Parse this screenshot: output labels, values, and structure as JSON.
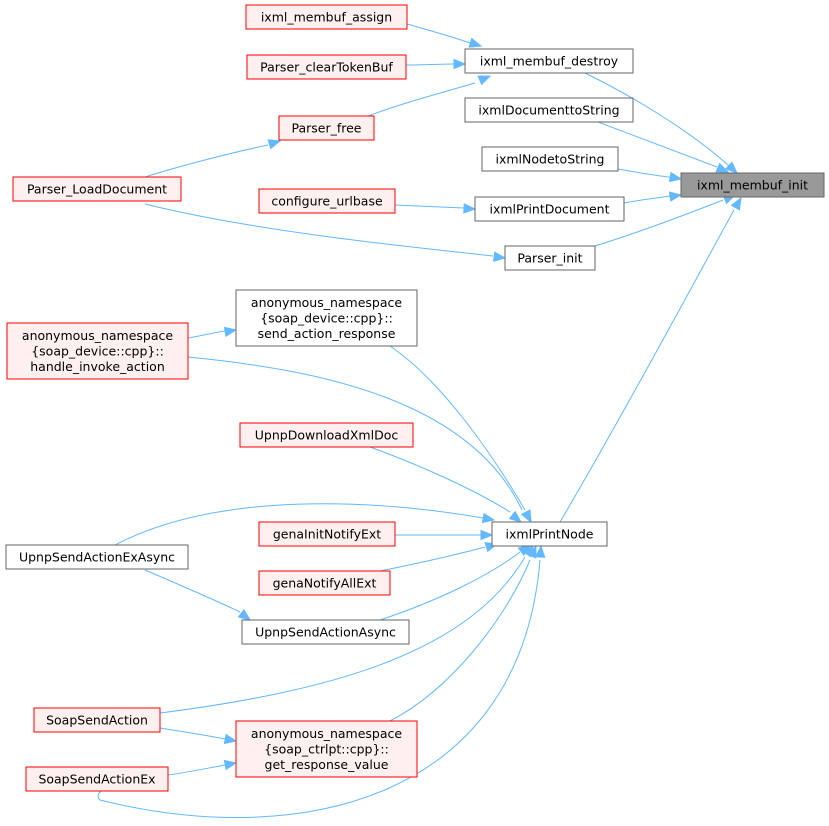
{
  "colors": {
    "edge": "#63b8ff",
    "root_fill": "#999999",
    "root_stroke": "#666666",
    "normal_fill": "#ffffff",
    "normal_stroke": "#666666",
    "truncated_fill": "#fff0f0",
    "truncated_stroke": "#ff0000"
  },
  "nodes": {
    "root": {
      "lines": [
        "ixml_membuf_init"
      ]
    },
    "destroy": {
      "lines": [
        "ixml_membuf_destroy"
      ]
    },
    "assign": {
      "lines": [
        "ixml_membuf_assign"
      ]
    },
    "cleartoken": {
      "lines": [
        "Parser_clearTokenBuf"
      ]
    },
    "pfree": {
      "lines": [
        "Parser_free"
      ]
    },
    "loaddoc": {
      "lines": [
        "Parser_LoadDocument"
      ]
    },
    "doctostr": {
      "lines": [
        "ixmlDocumenttoString"
      ]
    },
    "nodetostr": {
      "lines": [
        "ixmlNodetoString"
      ]
    },
    "urlbase": {
      "lines": [
        "configure_urlbase"
      ]
    },
    "printdoc": {
      "lines": [
        "ixmlPrintDocument"
      ]
    },
    "pinit": {
      "lines": [
        "Parser_init"
      ]
    },
    "sendresp": {
      "lines": [
        "anonymous_namespace",
        "{soap_device::cpp}::",
        "send_action_response"
      ]
    },
    "invoke": {
      "lines": [
        "anonymous_namespace",
        "{soap_device::cpp}::",
        "handle_invoke_action"
      ]
    },
    "dlxml": {
      "lines": [
        "UpnpDownloadXmlDoc"
      ]
    },
    "printnode": {
      "lines": [
        "ixmlPrintNode"
      ]
    },
    "exasync": {
      "lines": [
        "UpnpSendActionExAsync"
      ]
    },
    "initnotify": {
      "lines": [
        "genaInitNotifyExt"
      ]
    },
    "notifyall": {
      "lines": [
        "genaNotifyAllExt"
      ]
    },
    "async": {
      "lines": [
        "UpnpSendActionAsync"
      ]
    },
    "soapsend": {
      "lines": [
        "SoapSendAction"
      ]
    },
    "getresp": {
      "lines": [
        "anonymous_namespace",
        "{soap_ctrlpt::cpp}::",
        "get_response_value"
      ]
    },
    "soapex": {
      "lines": [
        "SoapSendActionEx"
      ]
    }
  }
}
